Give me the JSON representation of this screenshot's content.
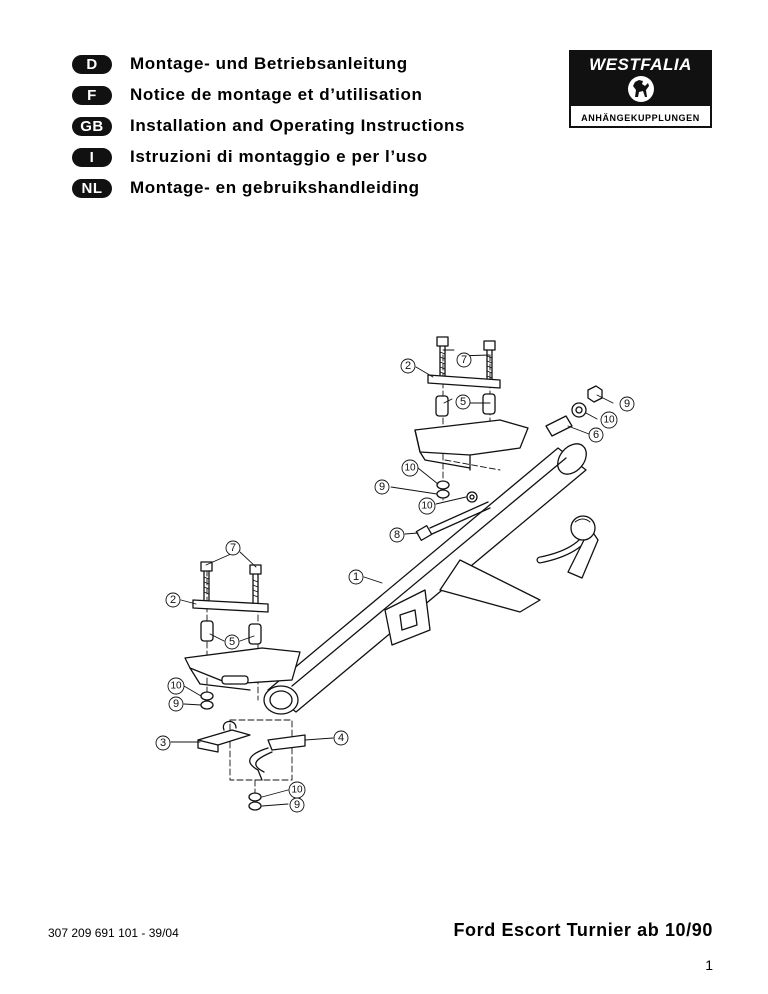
{
  "languages": [
    {
      "code": "D",
      "title": "Montage- und Betriebsanleitung"
    },
    {
      "code": "F",
      "title": "Notice de montage et d’utilisation"
    },
    {
      "code": "GB",
      "title": "Installation and Operating Instructions"
    },
    {
      "code": "I",
      "title": "Istruzioni di montaggio e per l’uso"
    },
    {
      "code": "NL",
      "title": "Montage- en gebruikshandleiding"
    }
  ],
  "logo": {
    "name": "WESTFALIA",
    "subtitle": "ANHÄNGEKUPPLUNGEN",
    "emblem": "rearing-horse-icon"
  },
  "callouts": {
    "c1": "1",
    "c2a": "2",
    "c2b": "2",
    "c3": "3",
    "c4": "4",
    "c5a": "5",
    "c5b": "5",
    "c6": "6",
    "c7a": "7",
    "c7b": "7",
    "c8": "8",
    "c9a": "9",
    "c9b": "9",
    "c9c": "9",
    "c9d": "9",
    "c10a": "10",
    "c10b": "10",
    "c10c": "10",
    "c10d": "10",
    "c10e": "10"
  },
  "footer": {
    "part_number": "307 209 691 101 - 39/04",
    "vehicle": "Ford Escort Turnier ab 10/90",
    "page": "1"
  }
}
